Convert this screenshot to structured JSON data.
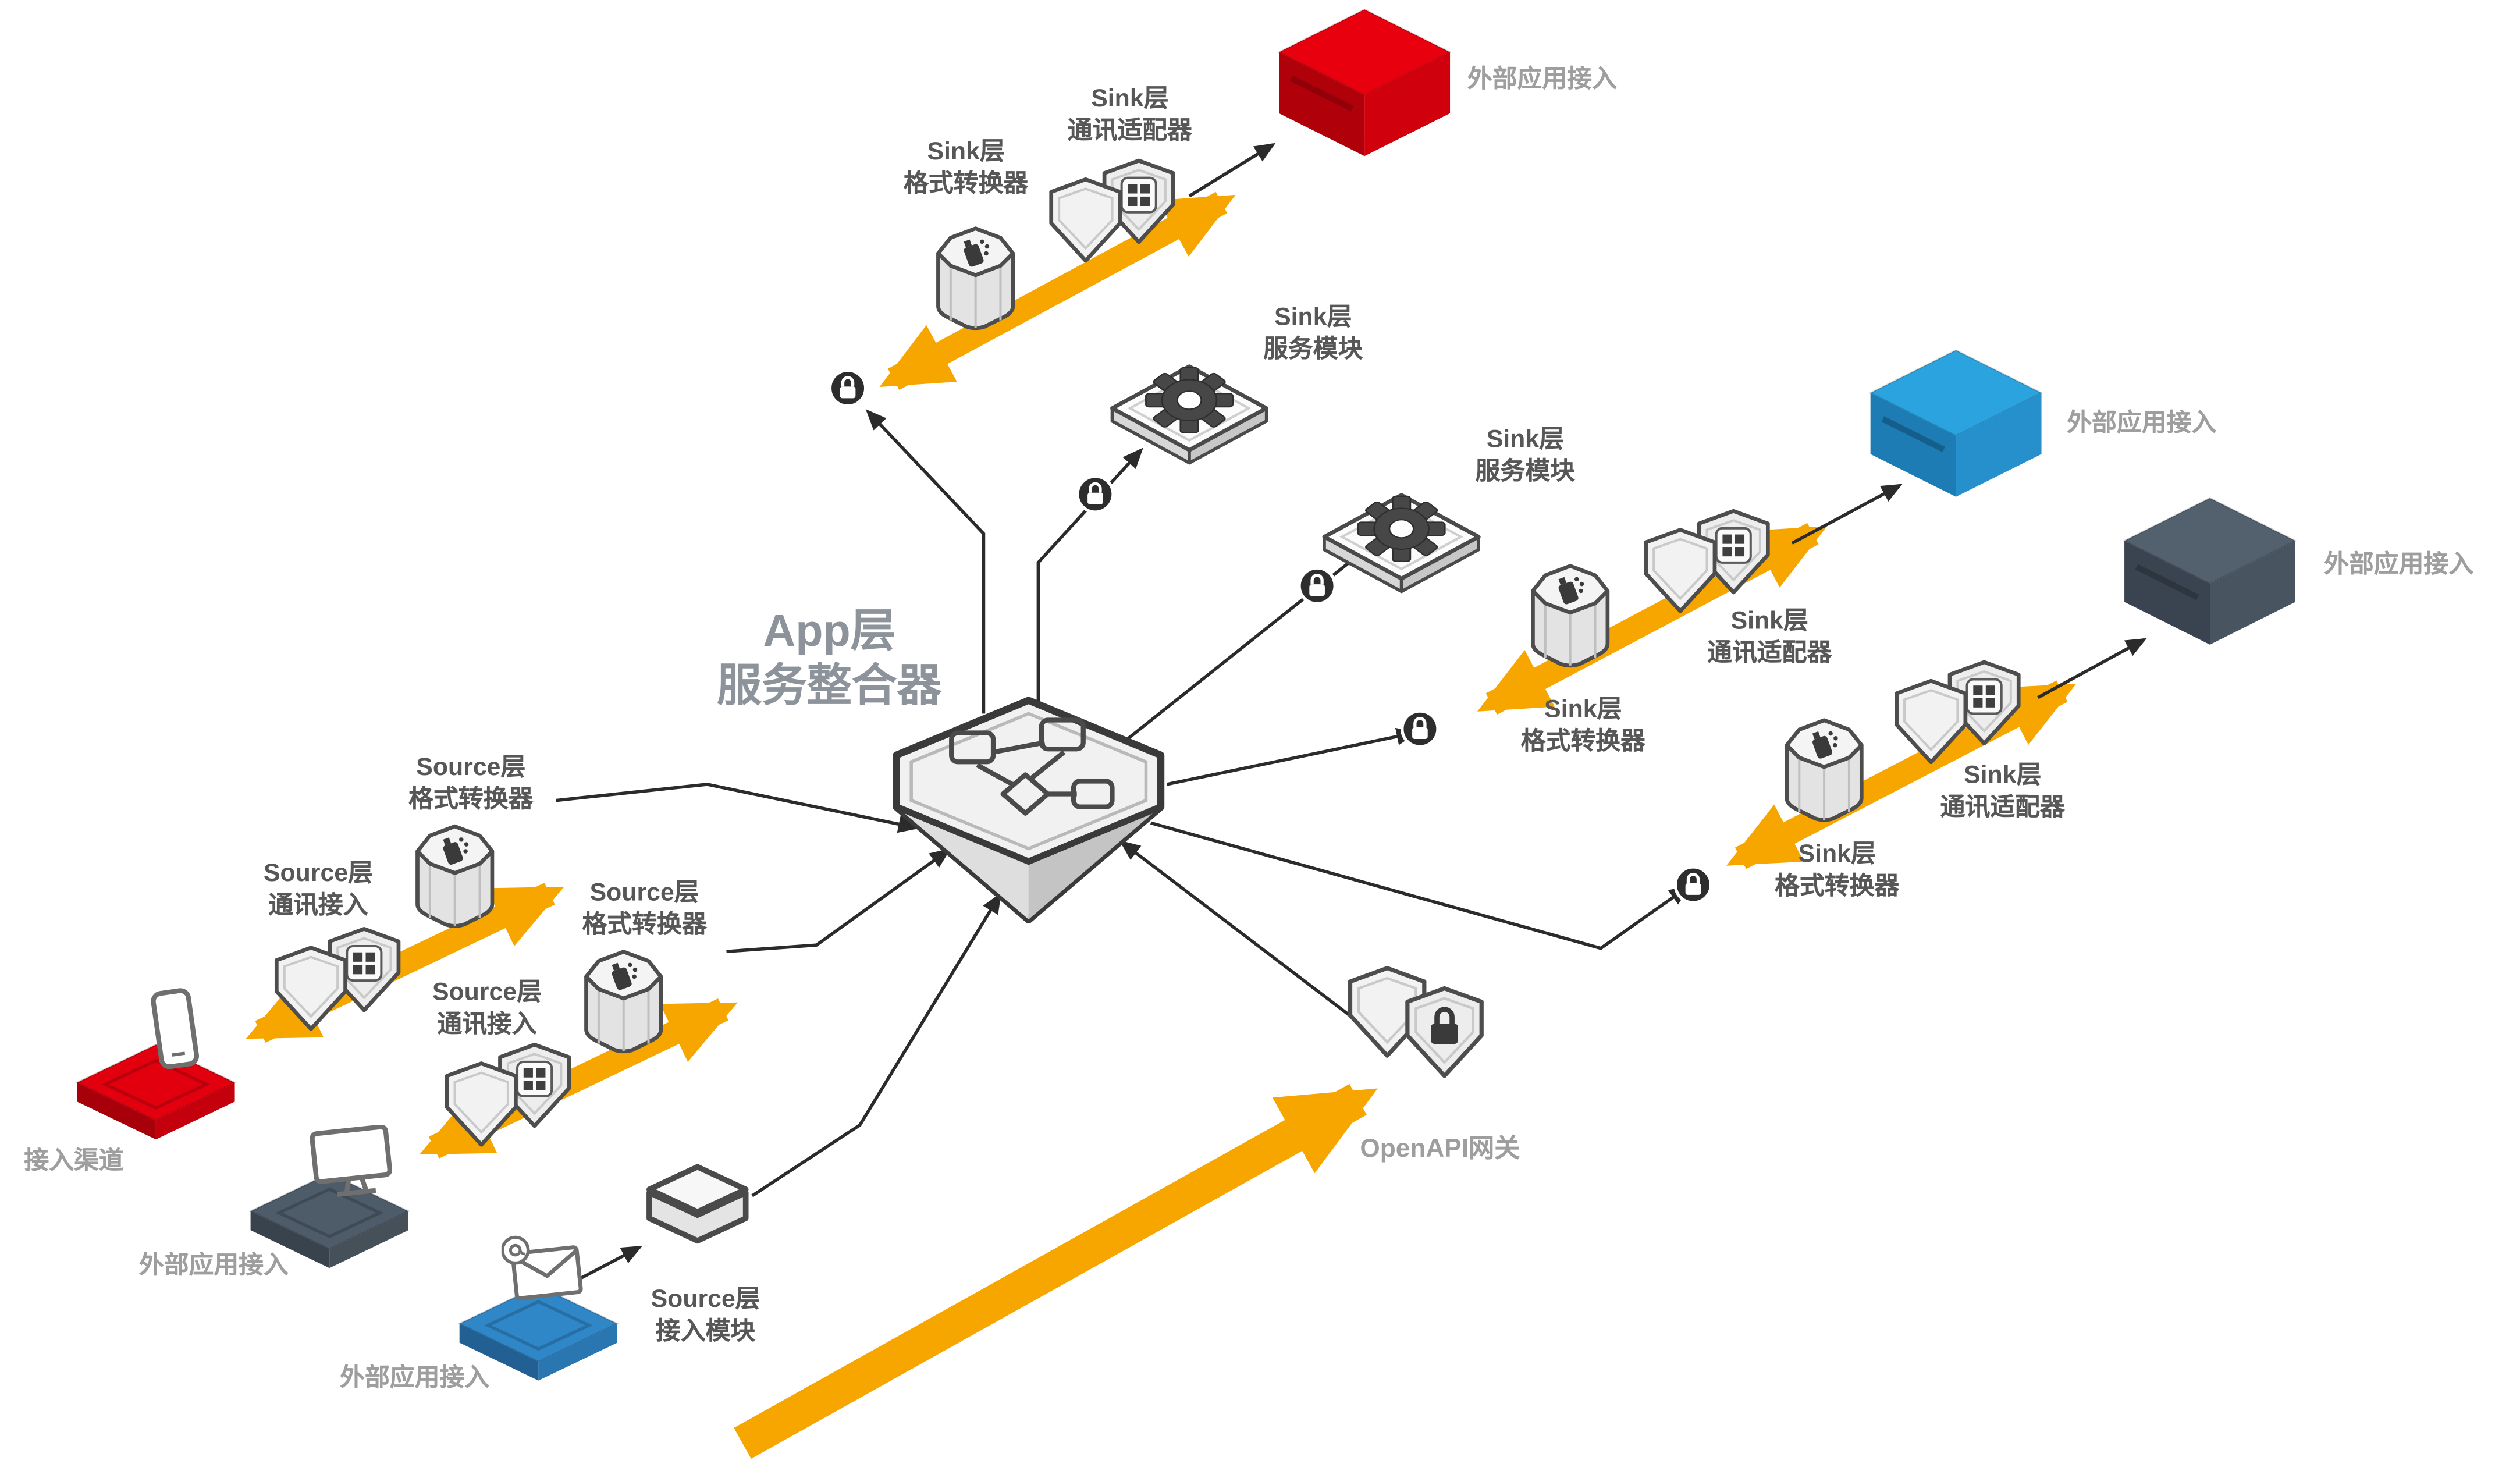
{
  "diagram": {
    "title": "App层\n服务整合器",
    "labels": {
      "sink_top_format": "Sink层\n格式转换器",
      "sink_top_adapter": "Sink层\n通讯适配器",
      "ext_app_red": "外部应用接入",
      "sink_service_1": "Sink层\n服务模块",
      "sink_service_2": "Sink层\n服务模块",
      "sink_r1_format": "Sink层\n格式转换器",
      "sink_r1_adapter": "Sink层\n通讯适配器",
      "ext_app_blue": "外部应用接入",
      "ext_app_dark": "外部应用接入",
      "sink_r2_format": "Sink层\n格式转换器",
      "sink_r2_adapter": "Sink层\n通讯适配器",
      "src1_format": "Source层\n格式转换器",
      "src1_access": "Source层\n通讯接入",
      "access_channel": "接入渠道",
      "src2_format": "Source层\n格式转换器",
      "src2_access": "Source层\n通讯接入",
      "ext_app_dark_left": "外部应用接入",
      "src3_module": "Source层\n接入模块",
      "ext_app_blue_left": "外部应用接入",
      "openapi_gateway": "OpenAPI网关"
    },
    "icons": {
      "app_platform": "integration-hub-icon",
      "format_converter": "converter-canister-icon",
      "comm_adapter": "shield-pair-icon",
      "service_module": "gear-platform-icon",
      "access_module": "module-block-icon",
      "external_app": "cube-icon",
      "channel_phone": "phone-icon",
      "channel_pc": "monitor-icon",
      "channel_mail": "email-icon",
      "gateway": "shield-lock-icon",
      "secure_link": "lock-badge-icon"
    },
    "colors": {
      "arrow": "#F7A600",
      "red": "#E2000F",
      "blue": "#2B9FD9",
      "slate": "#4A5765",
      "line": "#2B2B2B",
      "label": "#575757",
      "label_muted": "#9E9E9E",
      "title": "#8D939A"
    }
  }
}
